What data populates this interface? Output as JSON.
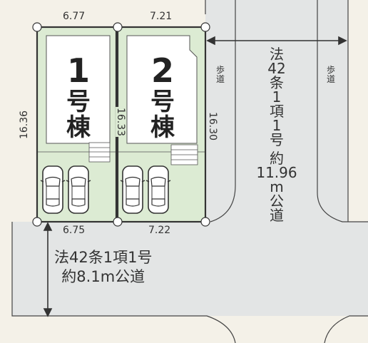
{
  "lots": [
    {
      "number": "1",
      "label": "号棟"
    },
    {
      "number": "2",
      "label": "号棟"
    }
  ],
  "dimensions": {
    "lot1_top": "6.77",
    "lot2_top": "7.21",
    "lot1_bottom": "6.75",
    "lot2_bottom": "7.22",
    "lot1_left": "16.36",
    "shared_side": "16.33",
    "lot2_right": "16.30"
  },
  "roads": {
    "south_line1": "法42条1項1号",
    "south_line2": "約8.1m公道",
    "north_chars": [
      "法",
      "42",
      "条",
      "1",
      "項",
      "1",
      "号",
      "約",
      "11.96",
      "m",
      "公",
      "道"
    ],
    "sidewalk_left": [
      "歩",
      "道"
    ],
    "sidewalk_right": [
      "歩",
      "道"
    ]
  },
  "colors": {
    "background": "#f4f1e8",
    "road": "#e3e5e5",
    "lot_fill": "#dcebd3",
    "building_fill": "#ffffff",
    "boundary": "#333333"
  },
  "icons": [
    "car-icon",
    "stairs-icon",
    "arrow-icon",
    "corner-marker-icon"
  ]
}
